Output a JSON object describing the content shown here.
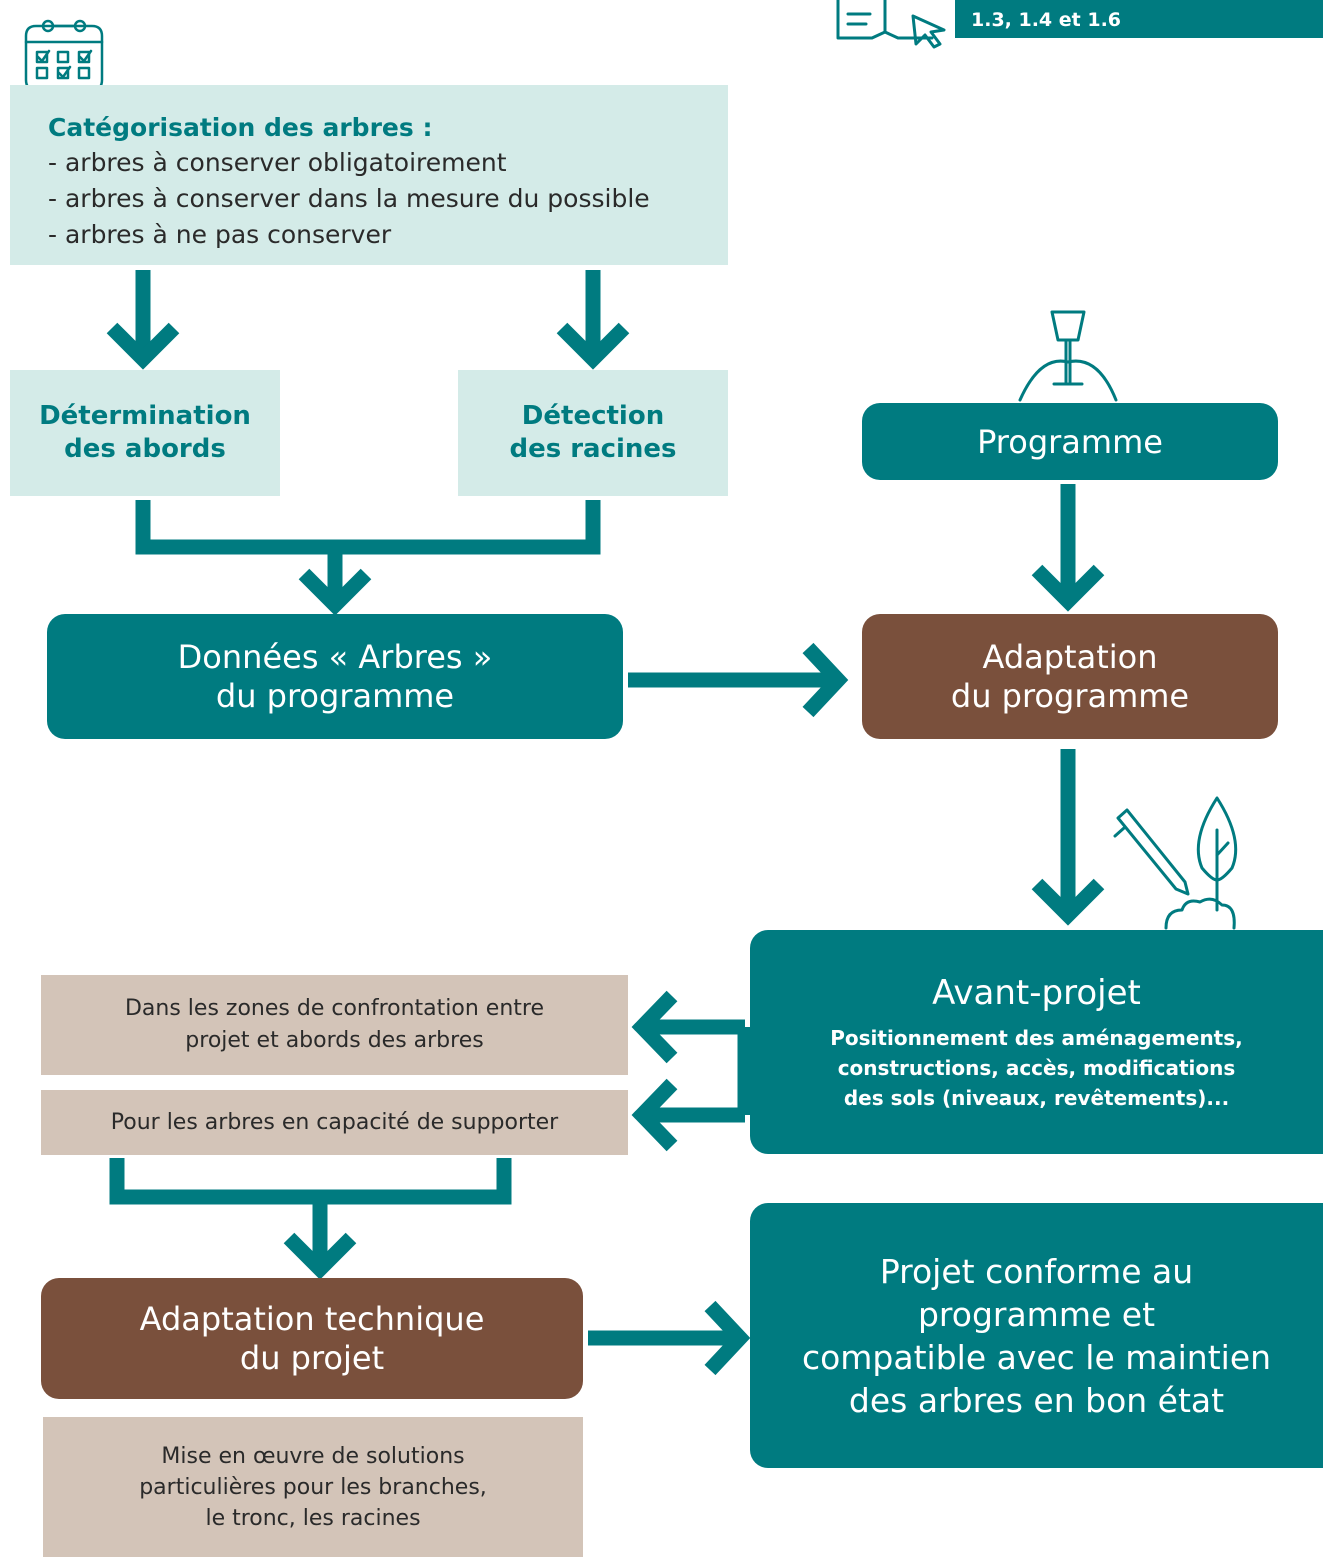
{
  "reference": {
    "text": "1.3, 1.4 et 1.6"
  },
  "categorisation": {
    "title": "Catégorisation des arbres :",
    "items": [
      "- arbres à conserver obligatoirement",
      "- arbres à conserver dans la mesure du possible",
      "- arbres à ne pas conserver"
    ]
  },
  "determination": {
    "line1": "Détermination",
    "line2": "des abords"
  },
  "detection": {
    "line1": "Détection",
    "line2": "des racines"
  },
  "programme": {
    "label": "Programme"
  },
  "donnees": {
    "line1": "Données « Arbres »",
    "line2": "du programme"
  },
  "adaptation_programme": {
    "line1": "Adaptation",
    "line2": "du programme"
  },
  "avant_projet": {
    "title": "Avant-projet",
    "lines": [
      "Positionnement des aménagements,",
      "constructions, accès, modifications",
      "des sols (niveaux, revêtements)..."
    ]
  },
  "zones": {
    "line1": "Dans les zones de confrontation entre",
    "line2": "projet et abords des arbres"
  },
  "supporter": {
    "label": "Pour les arbres en capacité de supporter"
  },
  "adaptation_technique": {
    "line1": "Adaptation technique",
    "line2": "du projet"
  },
  "solutions": {
    "lines": [
      "Mise en œuvre de solutions",
      "particulières pour les branches,",
      "le tronc, les racines"
    ]
  },
  "conforme": {
    "lines": [
      "Projet conforme au",
      "programme et",
      "compatible avec le maintien",
      "des arbres en bon état"
    ]
  },
  "colors": {
    "teal": "#007b80",
    "light_teal": "#d4ebe8",
    "brown": "#7a503c",
    "beige": "#d3c4b8"
  },
  "icons": [
    "calendar-checklist-icon",
    "guide-book-cursor-icon",
    "soil-probe-icon",
    "pen-tree-icon"
  ]
}
